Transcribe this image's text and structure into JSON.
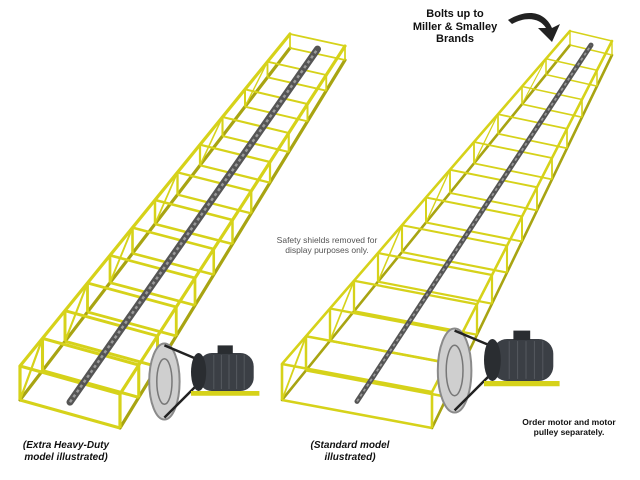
{
  "labels": {
    "bolts_line1": "Bolts up to",
    "bolts_line2": "Miller & Smalley",
    "bolts_line3": "Brands",
    "safety_line1": "Safety shields removed for",
    "safety_line2": "display purposes only.",
    "left_line1": "(Extra Heavy-Duty",
    "left_line2": "model illustrated)",
    "right_line1": "(Standard model",
    "right_line2": "illustrated)",
    "order_line1": "Order motor and motor",
    "order_line2": "pulley separately."
  },
  "colors": {
    "frame": "#d6d21a",
    "frame_dark": "#a8a412",
    "chain": "#555555",
    "motor": "#3b3f45",
    "pulley": "#8a8a8a",
    "arrow": "#222222"
  },
  "icons": {
    "callout": "curved-arrow-icon",
    "motor": "electric-motor-icon",
    "pulley": "pulley-wheel-icon"
  }
}
